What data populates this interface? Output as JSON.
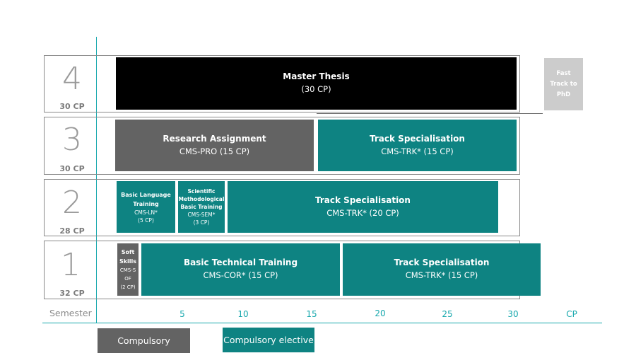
{
  "semesters": [
    {
      "number": "4",
      "cp": "30 CP"
    },
    {
      "number": "3",
      "cp": "30 CP"
    },
    {
      "number": "2",
      "cp": "28 CP"
    },
    {
      "number": "1",
      "cp": "32 CP"
    }
  ],
  "modules": {
    "master_thesis": {
      "title": "Master Thesis",
      "sub": "(30 CP)"
    },
    "fast_track": {
      "title": "Fast Track to PhD"
    },
    "research": {
      "title": "Research Assignment",
      "sub": "CMS-PRO (15 CP)"
    },
    "track3": {
      "title": "Track Specialisation",
      "sub": "CMS-TRK* (15 CP)"
    },
    "lang": {
      "title": "Basic Language Training",
      "code": "CMS-LN*",
      "cp": "(5 CP)"
    },
    "sci": {
      "title": "Scientific Methodological Basic Training",
      "code": "CMS-SEM*",
      "cp": "(3 CP)"
    },
    "track2": {
      "title": "Track Specialisation",
      "sub": "CMS-TRK* (20 CP)"
    },
    "soft": {
      "title": "Soft Skills",
      "code": "CMS-SOF",
      "cp": "(2 CP)"
    },
    "basic_tech": {
      "title": "Basic Technical Training",
      "sub": "CMS-COR* (15 CP)"
    },
    "track1": {
      "title": "Track Specialisation",
      "sub": "CMS-TRK* (15 CP)"
    }
  },
  "axis": {
    "label": "Semester",
    "ticks": [
      "5",
      "10",
      "15",
      "20",
      "25",
      "30",
      "CP"
    ]
  },
  "legend": {
    "compulsory": "Compulsory",
    "elective": "Compulsory elective"
  },
  "colors": {
    "teal": "#0e8382",
    "gray": "#636363",
    "black": "#000000",
    "light_gray": "#cccccc",
    "axis": "#17a8ad"
  }
}
